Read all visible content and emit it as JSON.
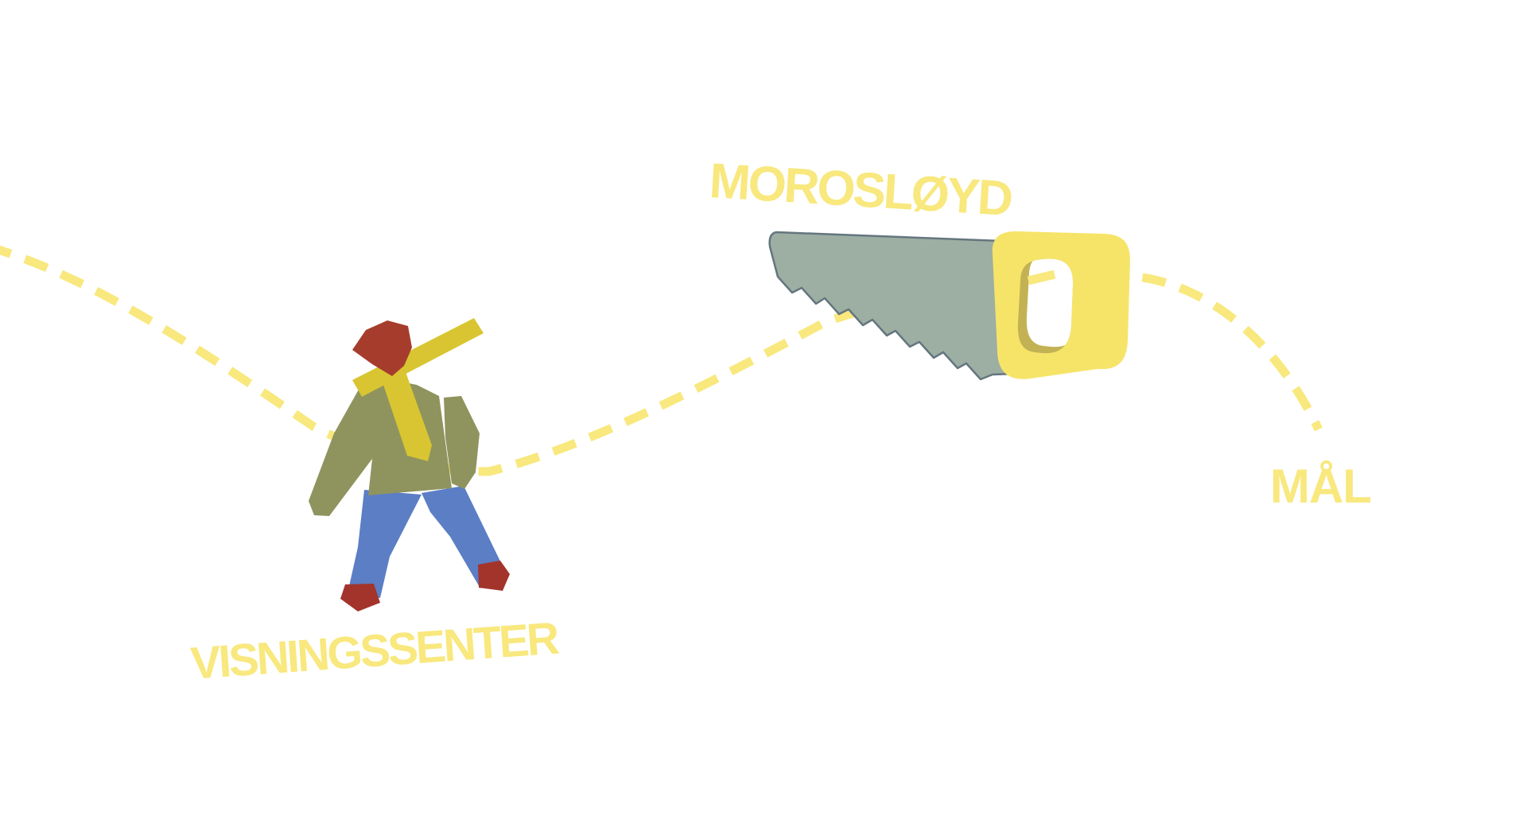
{
  "page": {
    "background_color": "#ffffff",
    "description": "Illustrated route map: a walking person carrying a plank leaves the visningssenter, passes a hand saw (morosloyd) and follows a dashed path to the goal"
  },
  "labels": {
    "visningssenter": "VISNINGSSENTER",
    "morosloyd": "MOROSLØYD",
    "mal": "MÅL"
  },
  "route": {
    "style": "dashed",
    "color": "#f8e87e",
    "waypoints": [
      "VISNINGSSENTER",
      "MOROSLØYD",
      "MÅL"
    ]
  },
  "illustrations": {
    "walking_person": {
      "name": "walking-person-carrying-plank",
      "hood_color": "#a63d2c",
      "jacket_color": "#8f945e",
      "scarf_plank_color": "#d8c531",
      "pants_color": "#5b7ec5",
      "shoes_color": "#a3342c"
    },
    "hand_saw": {
      "name": "hand-saw",
      "blade_color": "#9daea3",
      "blade_outline_color": "#64767e",
      "handle_color": "#f6e469",
      "handle_shadow_color": "#c3b254"
    }
  }
}
